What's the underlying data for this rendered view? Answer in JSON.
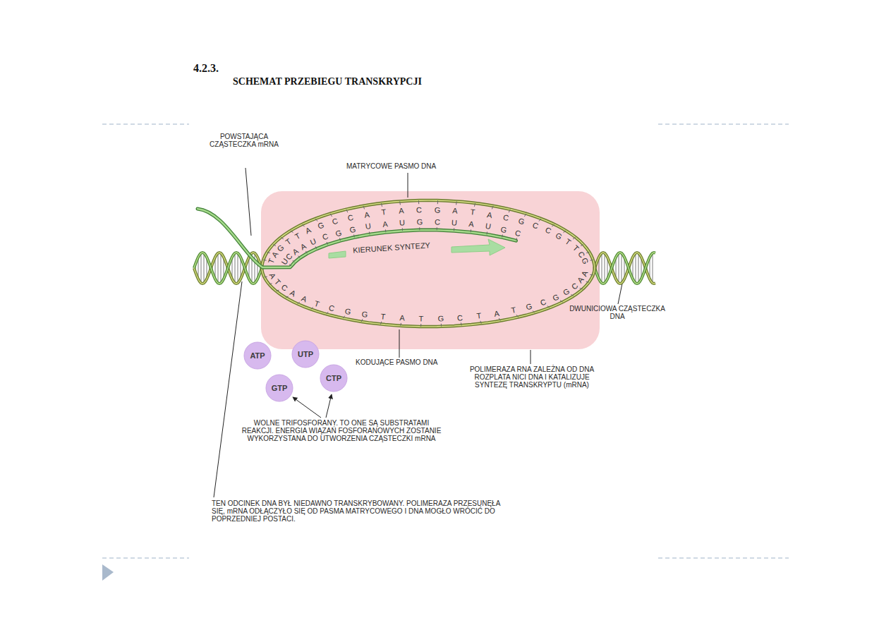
{
  "diagram": {
    "title": "SCHEMAT PRZEBIEGU TRANSKRYPCJI",
    "nodes": [
      {
        "text": [
          "ATP"
        ]
      },
      {
        "text": [
          "UTP"
        ]
      },
      {
        "text": [
          "CTP"
        ]
      },
      {
        "text": [
          "GTP"
        ]
      }
    ],
    "labels": [
      "4.2.3.",
      "POWSTAJĄCA CZĄSTECZKA mRNA",
      "MATRYCOWE PASMO DNA",
      "KIERUNEK SYNTEZY",
      "DWUNICIOWA CZĄSTECZKA DNA",
      "KODUJĄCE PASMO DNA",
      "POLIMERAZA RNA ZALEŻNA OD DNA ROZPLATA NICI DNA I KATALIZUJE SYNTEZĘ TRANSKRYPTU (mRNA)",
      "WOLNE TRIFOSFORANY. TO ONE SĄ SUBSTRATAMI REAKCJI. ENERGIA WIĄZAŃ FOSFORANOWYCH ZOSTANIE WYKORZYSTANA DO UTWORZENIA CZĄSTECZKI mRNA",
      "TEN ODCINEK DNA BYŁ NIEDAWNO TRANSKRYBOWANY. POLIMERAZA PRZESUNĘŁA SIĘ, mRNA ODŁĄCZYŁO SIĘ OD PASMA MATRYCOWEGO I DNA MOGŁO WRÓCIĆ DO POPRZEDNIEJ POSTACI.",
      "T",
      "A",
      "G",
      "T",
      "T",
      "A",
      "G",
      "C",
      "C",
      "A",
      "T",
      "A",
      "C",
      "G",
      "A",
      "T",
      "A",
      "C",
      "G",
      "C",
      "C",
      "G",
      "T",
      "T",
      "C",
      "G",
      "U",
      "C",
      "A",
      "A",
      "U",
      "C",
      "G",
      "G",
      "U",
      "A",
      "U",
      "G",
      "C",
      "U",
      "A",
      "U",
      "G",
      "C",
      "A",
      "T",
      "C",
      "A",
      "A",
      "T",
      "C",
      "G",
      "G",
      "T",
      "A",
      "T",
      "G",
      "C",
      "T",
      "A",
      "T",
      "G",
      "C",
      "G",
      "G",
      "C",
      "A",
      "A"
    ]
  }
}
